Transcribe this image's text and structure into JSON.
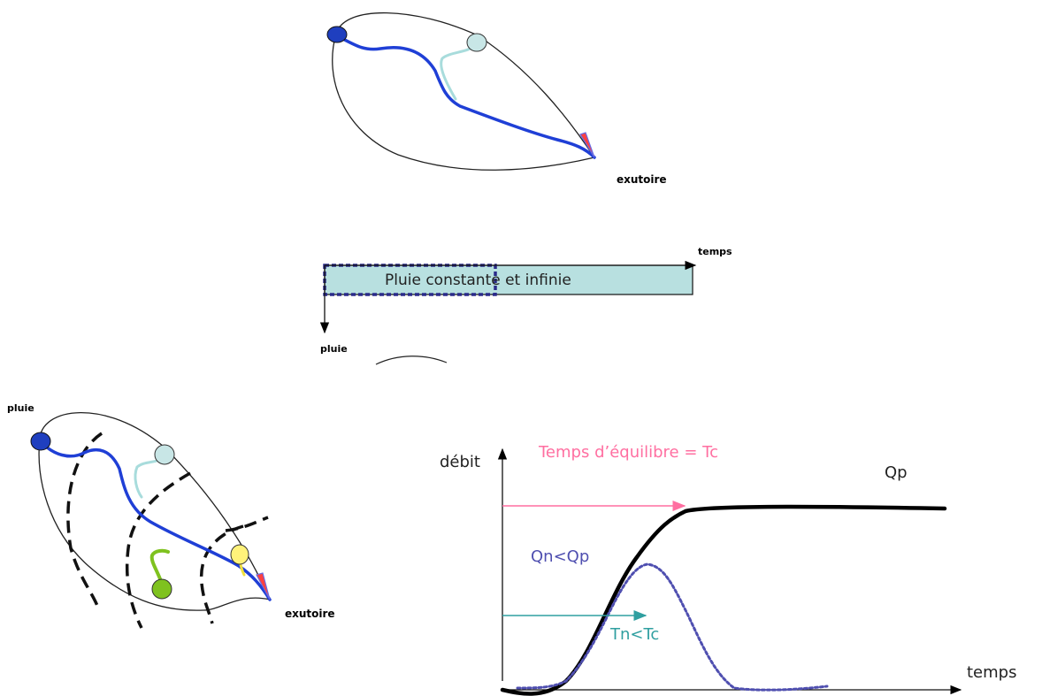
{
  "top_basin": {
    "outlet_label": "exutoire"
  },
  "rain_bar": {
    "time_axis_label": "temps",
    "rain_axis_label": "pluie",
    "bar_text": "Pluie constante et infinie"
  },
  "bottom_basin": {
    "rain_label": "pluie",
    "outlet_label": "exutoire"
  },
  "hydrograph": {
    "ylabel": "débit",
    "xlabel": "temps",
    "equilibrium_label": "Temps d’équilibre = Tc",
    "qp_label": "Qp",
    "qn_label": "Qn<Qp",
    "tn_label": "Tn<Tc"
  },
  "colors": {
    "river_main": "#1f3fd6",
    "river_light": "#a8dcdc",
    "source_dark": "#1f3fbf",
    "source_light": "#c8e6e6",
    "source_green": "#7fc21f",
    "source_yellow": "#fff27a",
    "rain_fill": "#b8e0e0",
    "dashed_box": "#2a2a8a",
    "equilibrium_pink": "#ff6fa1",
    "qn_purple": "#4f4fb0",
    "tn_teal": "#2f9fa0"
  }
}
